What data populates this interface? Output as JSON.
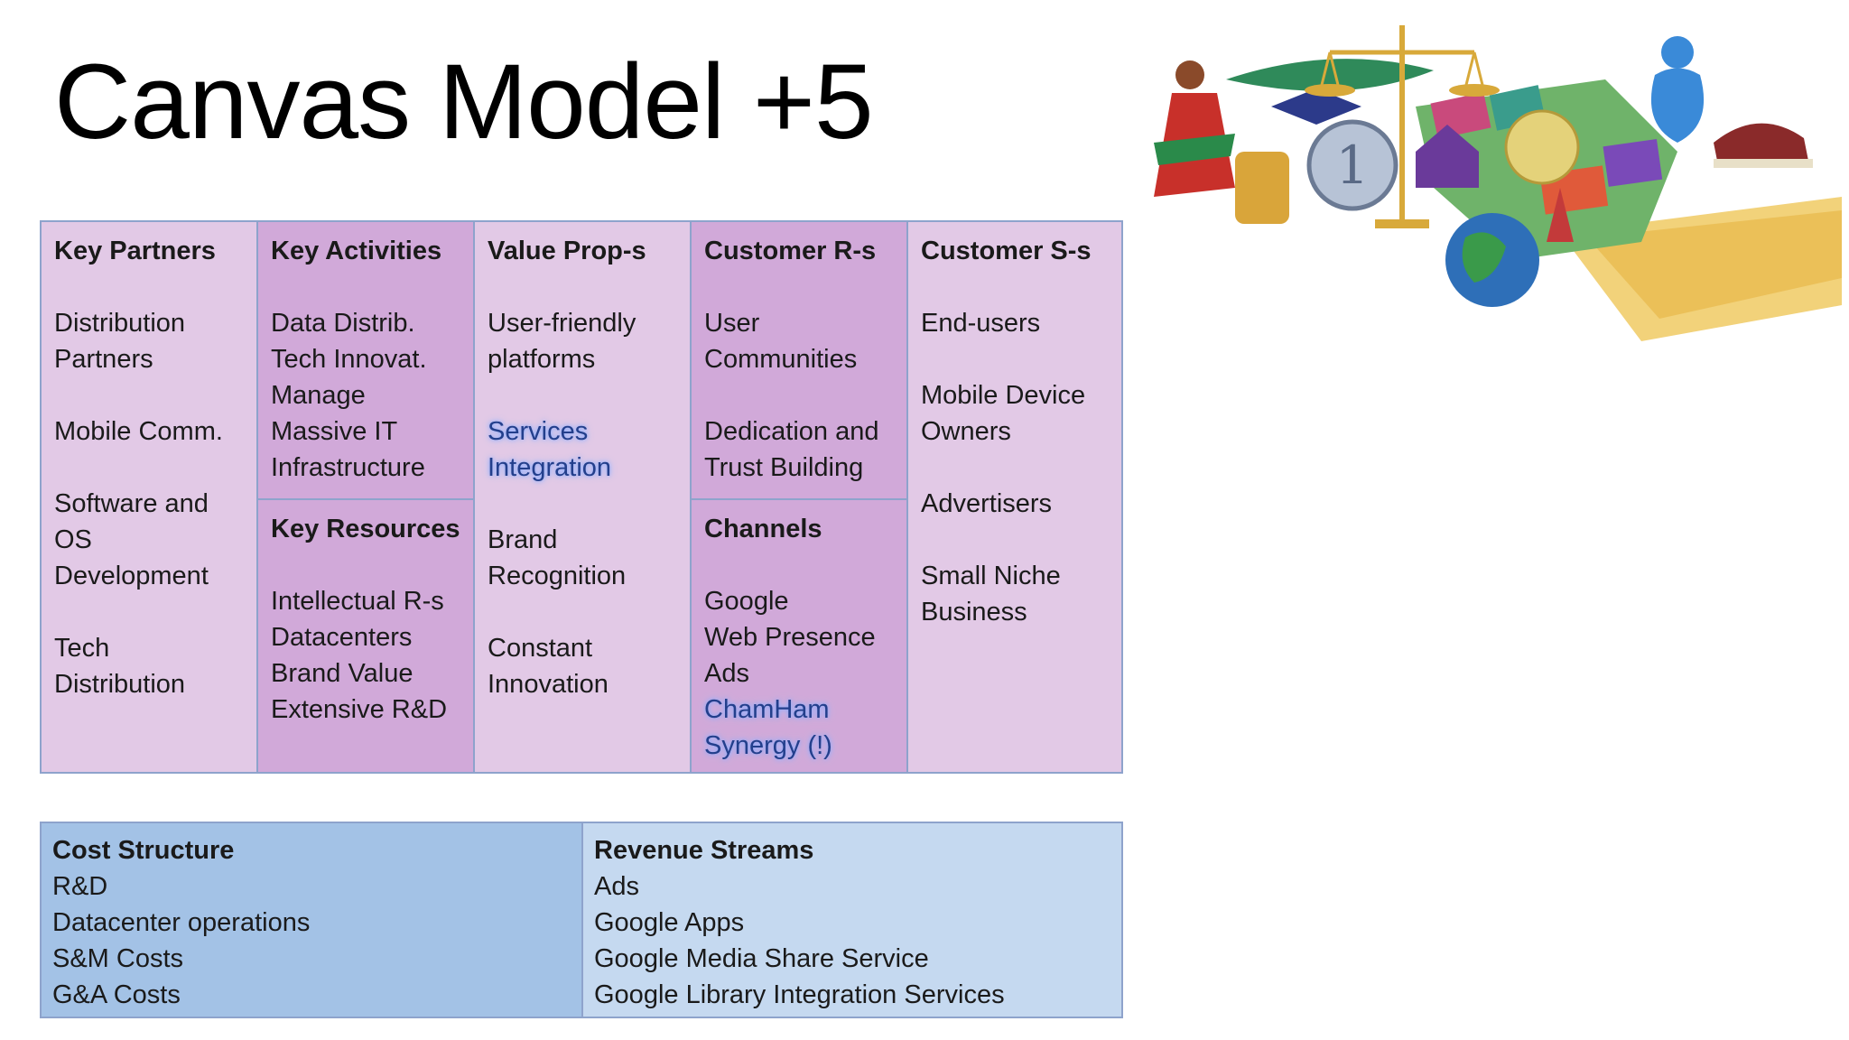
{
  "title": "Canvas Model +5",
  "canvas": {
    "key_partners": {
      "heading": "Key Partners",
      "items": [
        "Distribution Partners",
        "Mobile Comm.",
        "Software and OS Development",
        "Tech Distribution"
      ]
    },
    "key_activities": {
      "heading": "Key Activities",
      "items": [
        "Data Distrib.",
        "Tech Innovat.",
        "Manage Massive IT Infrastructure"
      ]
    },
    "key_resources": {
      "heading": "Key Resources",
      "items": [
        "Intellectual R-s",
        "Datacenters",
        "Brand Value",
        "Extensive R&D"
      ]
    },
    "value_props": {
      "heading": "Value Prop-s",
      "items": [
        "User-friendly platforms",
        "Services Integration",
        "Brand Recognition",
        "Constant Innovation"
      ]
    },
    "customer_relationships": {
      "heading": "Customer R-s",
      "items": [
        "User Communities",
        "Dedication and Trust Building"
      ]
    },
    "channels": {
      "heading": "Channels",
      "items": [
        "Google",
        "Web Presence",
        "Ads",
        "ChamHam",
        "Synergy (!)"
      ]
    },
    "customer_segments": {
      "heading": "Customer S-s",
      "items": [
        "End-users",
        "Mobile Device Owners",
        "Advertisers",
        "Small Niche Business"
      ]
    }
  },
  "cost_structure": {
    "heading": "Cost Structure",
    "items": [
      "R&D",
      "Datacenter operations",
      "S&M Costs",
      "G&A Costs"
    ]
  },
  "revenue_streams": {
    "heading": "Revenue Streams",
    "items": [
      "Ads",
      "Google Apps",
      "Google Media Share Service",
      "Google Library Integration Services"
    ]
  },
  "colors": {
    "light_purple": "#e2c9e6",
    "dark_purple": "#d1a9d9",
    "cost_blue": "#a3c2e6",
    "revenue_blue": "#c5d9f0",
    "highlight_text": "#233f8c"
  },
  "doodle": {
    "icon": "illustration-doodle",
    "coin_text": "1"
  }
}
